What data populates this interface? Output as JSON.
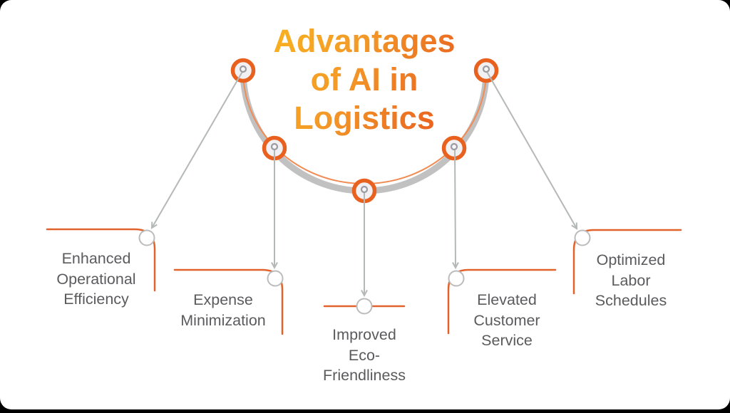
{
  "title": {
    "text": "Advantages\nof AI in\nLogistics"
  },
  "items": [
    {
      "id": "enhanced-operational-efficiency",
      "label": "Enhanced\nOperational\nEfficiency"
    },
    {
      "id": "expense-minimization",
      "label": "Expense\nMinimization"
    },
    {
      "id": "improved-eco-friendliness",
      "label": "Improved\nEco-\nFriendliness"
    },
    {
      "id": "elevated-customer-service",
      "label": "Elevated\nCustomer\nService"
    },
    {
      "id": "optimized-labor-schedules",
      "label": "Optimized\nLabor\nSchedules"
    }
  ],
  "icons": {
    "node_marker": "pin-circle-icon",
    "arrow": "open-v-arrowhead"
  },
  "colors": {
    "outer_background": "#000000",
    "background": "#FFFFFF",
    "title_gradient_start": "#F9B21E",
    "title_gradient_mid": "#F39A28",
    "title_gradient_end": "#E7581F",
    "node_ring": "#E8611F",
    "node_fill": "#F1F1F4",
    "donut_stroke": "#9B9BA1",
    "donut_fill": "#F6F6F8",
    "arc_gray": "#C1C1C1",
    "arc_orange": "#F08C54",
    "arrow_gray": "#B5B8B8",
    "bracket_orange": "#E2622B",
    "label_circle_stroke": "#BCBCBE",
    "label_text": "#5B5B5E"
  }
}
